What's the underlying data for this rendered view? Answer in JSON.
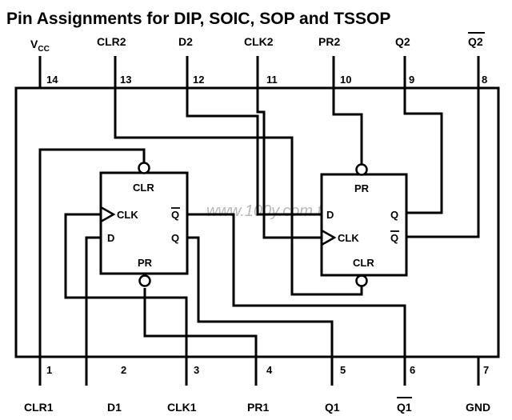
{
  "title": "Pin Assignments for DIP, SOIC, SOP and TSSOP",
  "watermark": "www.100y.com.tw",
  "top_pins": [
    {
      "num": "14",
      "label": "V",
      "sub": "CC"
    },
    {
      "num": "13",
      "label": "CLR2"
    },
    {
      "num": "12",
      "label": "D2"
    },
    {
      "num": "11",
      "label": "CLK2"
    },
    {
      "num": "10",
      "label": "PR2"
    },
    {
      "num": "9",
      "label": "Q2"
    },
    {
      "num": "8",
      "label": "Q2",
      "overbar": true
    }
  ],
  "bottom_pins": [
    {
      "num": "1",
      "label": "CLR1"
    },
    {
      "num": "2",
      "label": "D1"
    },
    {
      "num": "3",
      "label": "CLK1"
    },
    {
      "num": "4",
      "label": "PR1"
    },
    {
      "num": "5",
      "label": "Q1"
    },
    {
      "num": "6",
      "label": "Q1",
      "overbar": true
    },
    {
      "num": "7",
      "label": "GND"
    }
  ],
  "flipflop_1": {
    "clr": "CLR",
    "clk": "CLK",
    "d": "D",
    "pr": "PR",
    "qbar": "Q",
    "q": "Q"
  },
  "flipflop_2": {
    "pr": "PR",
    "d": "D",
    "q": "Q",
    "clk": "CLK",
    "qbar": "Q",
    "clr": "CLR"
  }
}
